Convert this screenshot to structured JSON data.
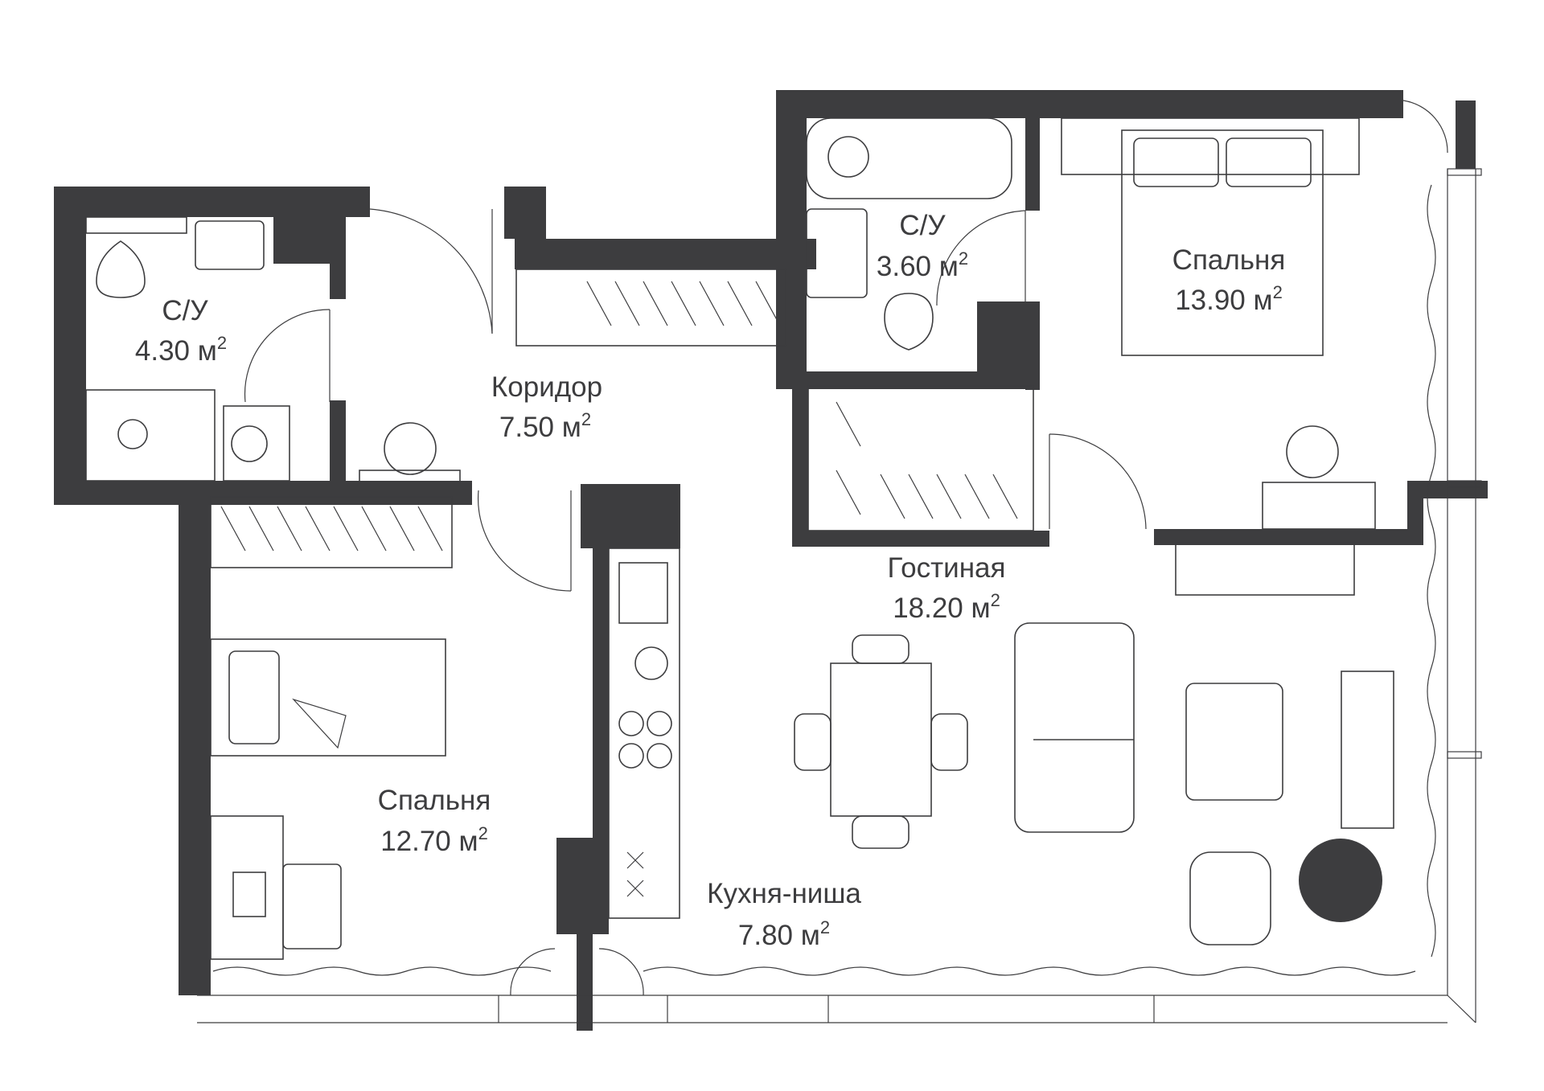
{
  "plan": {
    "wall_color": "#3d3d3f",
    "rooms": [
      {
        "id": "bath-left",
        "name": "С/У",
        "area": "4.30 м",
        "sup": "2"
      },
      {
        "id": "corridor",
        "name": "Коридор",
        "area": "7.50 м",
        "sup": "2"
      },
      {
        "id": "bath-right",
        "name": "С/У",
        "area": "3.60 м",
        "sup": "2"
      },
      {
        "id": "bedroom-large",
        "name": "Спальня",
        "area": "13.90 м",
        "sup": "2"
      },
      {
        "id": "living-room",
        "name": "Гостиная",
        "area": "18.20 м",
        "sup": "2"
      },
      {
        "id": "bedroom-small",
        "name": "Спальня",
        "area": "12.70 м",
        "sup": "2"
      },
      {
        "id": "kitchen-niche",
        "name": "Кухня-ниша",
        "area": "7.80 м",
        "sup": "2"
      }
    ]
  }
}
